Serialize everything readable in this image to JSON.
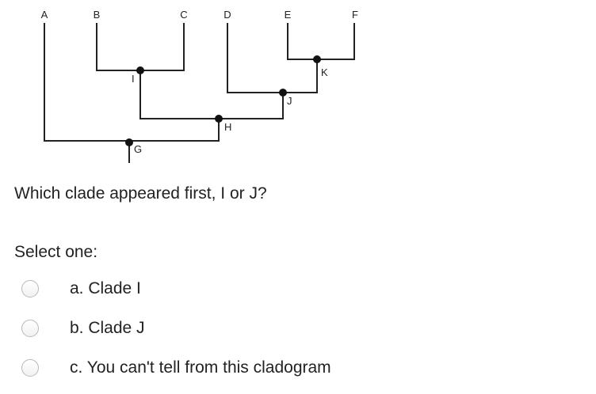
{
  "cladogram": {
    "taxa": [
      "A",
      "B",
      "C",
      "D",
      "E",
      "F"
    ],
    "nodes": [
      "G",
      "H",
      "I",
      "J",
      "K"
    ]
  },
  "question": {
    "text": "Which clade appeared first, I or J?"
  },
  "prompt": "Select one:",
  "options": [
    {
      "label": "a. Clade I"
    },
    {
      "label": "b. Clade J"
    },
    {
      "label": "c. You can't tell from this cladogram"
    }
  ]
}
